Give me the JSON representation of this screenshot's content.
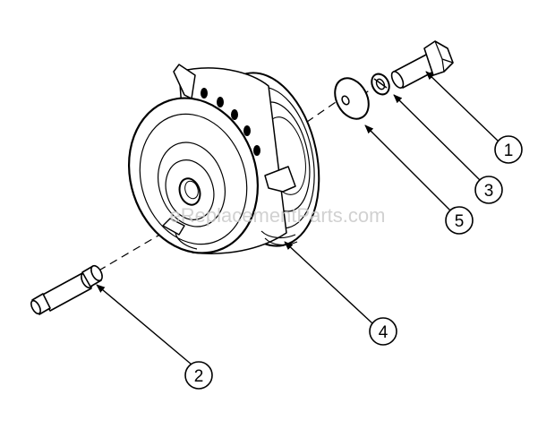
{
  "diagram": {
    "watermark": "eReplacementParts.com",
    "callouts": [
      {
        "number": "1",
        "part": "bolt"
      },
      {
        "number": "2",
        "part": "spacer-pin"
      },
      {
        "number": "3",
        "part": "lock-washer"
      },
      {
        "number": "4",
        "part": "electric-clutch"
      },
      {
        "number": "5",
        "part": "flat-washer"
      }
    ]
  }
}
